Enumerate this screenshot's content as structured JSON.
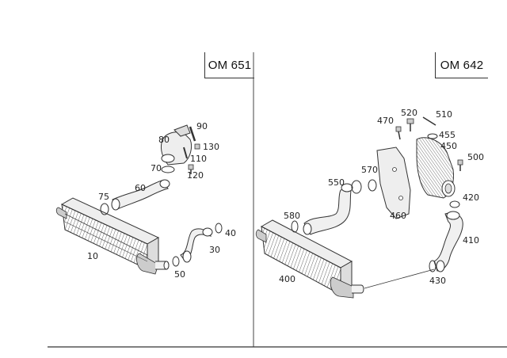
{
  "engines": {
    "left": "OM 651",
    "right": "OM 642"
  },
  "callouts_left": {
    "p90": "90",
    "p80": "80",
    "p130": "130",
    "p110": "110",
    "p70": "70",
    "p120": "120",
    "p60": "60",
    "p75": "75",
    "p40": "40",
    "p10": "10",
    "p30": "30",
    "p50": "50"
  },
  "callouts_right": {
    "p520": "520",
    "p510": "510",
    "p470": "470",
    "p455": "455",
    "p450": "450",
    "p500": "500",
    "p570": "570",
    "p550": "550",
    "p420": "420",
    "p580": "580",
    "p460": "460",
    "p410": "410",
    "p400": "400",
    "p430": "430"
  }
}
